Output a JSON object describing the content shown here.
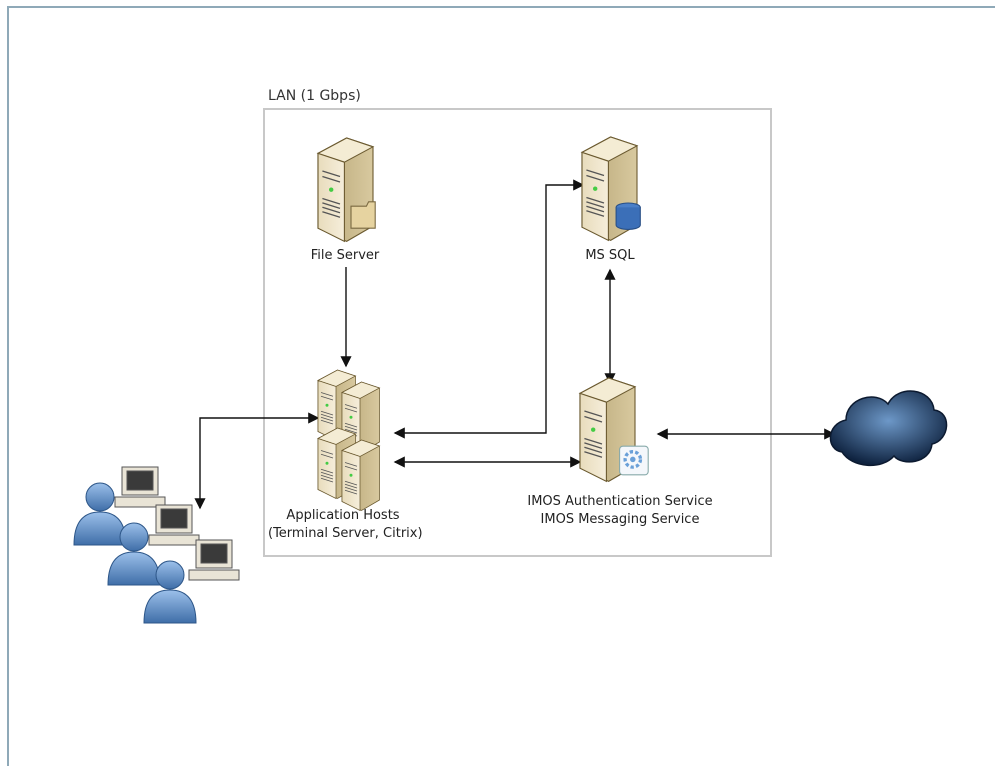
{
  "lan": {
    "title": "LAN (1 Gbps)"
  },
  "nodes": {
    "file_server": {
      "label": "File Server"
    },
    "ms_sql": {
      "label": "MS SQL"
    },
    "app_hosts": {
      "line1": "Application Hosts",
      "line2": "(Terminal Server, Citrix)"
    },
    "imos": {
      "line1": "IMOS Authentication Service",
      "line2": "IMOS Messaging Service"
    }
  },
  "icons": {
    "file_server": "file-server-icon",
    "ms_sql": "database-server-icon",
    "app_hosts": "server-cluster-icon",
    "imos": "service-server-icon",
    "users": "users-workstations-icon",
    "internet": "cloud-icon"
  },
  "colors": {
    "server_body": "#efe3c4",
    "server_side": "#c9b88a",
    "user_blue": "#6f9bd1",
    "cloud": "#1f3d6b",
    "lan_border": "#c8c8c8",
    "frame": "#8fa9b8"
  }
}
